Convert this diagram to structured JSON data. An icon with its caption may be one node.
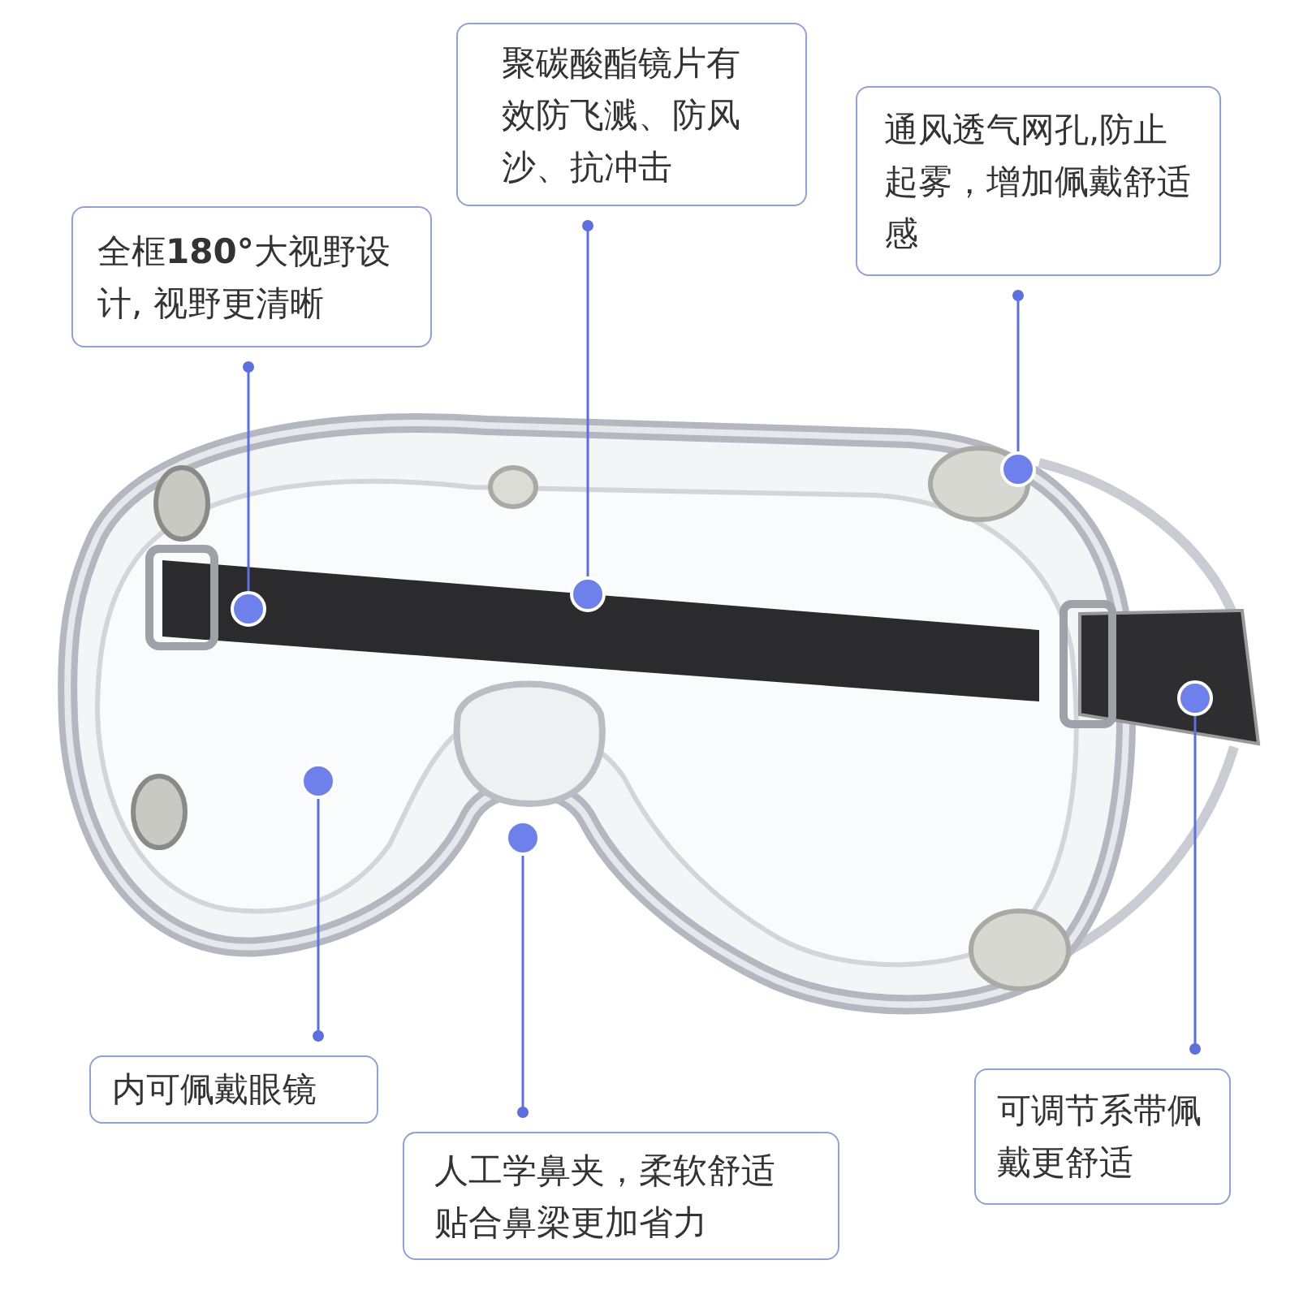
{
  "diagram": {
    "nodes": [
      {
        "text": [
          "全框**180°**大视野设计, 视野更清晰"
        ]
      },
      {
        "text": [
          "聚碳酸酯镜片有效防飞溅、防风沙、抗冲击"
        ]
      },
      {
        "text": [
          "通风透气网孔,防止起雾，增加佩戴舒适感"
        ]
      },
      {
        "text": [
          "内可佩戴眼镜"
        ]
      },
      {
        "text": [
          "人工学鼻夹，柔软舒适贴合鼻梁更加省力"
        ]
      },
      {
        "text": [
          "可调节系带佩戴更舒适"
        ]
      },
      {
        "text": [],
        "shape": "circle"
      },
      {
        "text": [],
        "shape": "circle"
      },
      {
        "text": [],
        "shape": "circle"
      },
      {
        "text": [],
        "shape": "circle"
      },
      {
        "text": [],
        "shape": "circle"
      },
      {
        "text": [],
        "shape": "circle"
      }
    ],
    "edges": [
      {
        "from": 0,
        "to": 6,
        "arrow": "other"
      },
      {
        "from": 1,
        "to": 7,
        "arrow": "other"
      },
      {
        "from": 2,
        "to": 8,
        "arrow": "other"
      },
      {
        "from": 3,
        "to": 9,
        "arrow": "other"
      },
      {
        "from": 4,
        "to": 10,
        "arrow": "other"
      },
      {
        "from": 5,
        "to": 11,
        "arrow": "other"
      }
    ]
  }
}
